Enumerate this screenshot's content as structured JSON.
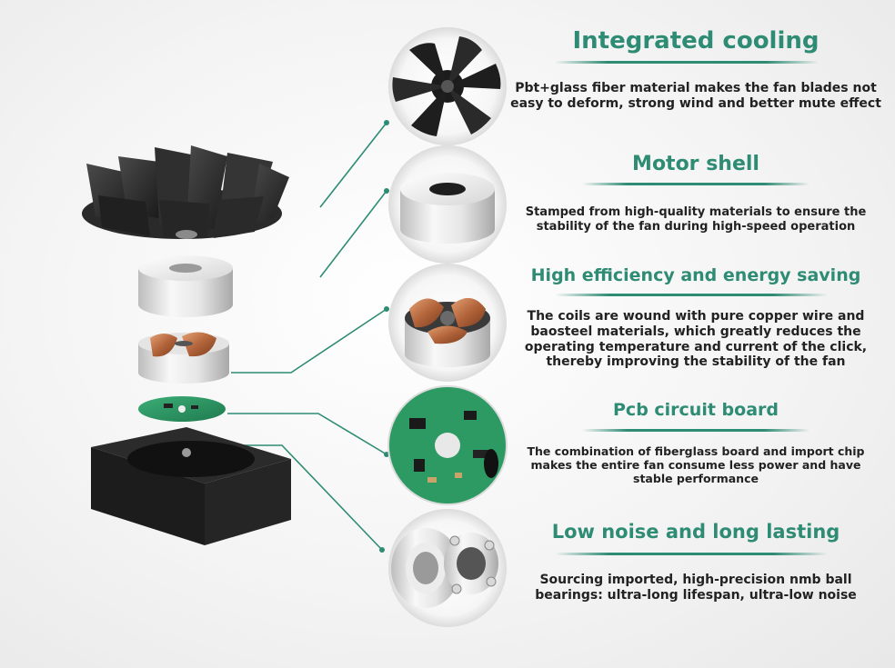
{
  "colors": {
    "accent": "#2e8b74",
    "text": "#222222",
    "background": "#f4f4f4"
  },
  "features": [
    {
      "title": "Integrated cooling",
      "desc_lines": [
        "Pbt+glass fiber material makes the fan blades not",
        "easy to deform, strong wind and better mute effect"
      ],
      "icon": "fan-impeller-icon"
    },
    {
      "title": "Motor shell",
      "desc_lines": [
        "Stamped from high-quality materials to ensure the",
        "stability of the fan during high-speed operation"
      ],
      "icon": "motor-shell-icon"
    },
    {
      "title": "High efficiency and energy saving",
      "desc_lines": [
        "The coils are wound with pure copper wire and",
        "baosteel materials, which greatly reduces the",
        "operating temperature and current of the click,",
        "thereby improving the stability of the fan"
      ],
      "icon": "copper-coil-icon"
    },
    {
      "title": "Pcb circuit board",
      "desc_lines": [
        "The combination of fiberglass board and import chip",
        "makes the entire fan consume less power and have",
        "stable performance"
      ],
      "icon": "circuit-board-icon"
    },
    {
      "title": "Low noise and long lasting",
      "desc_lines": [
        "Sourcing imported, high-precision nmb ball",
        "bearings: ultra-long lifespan, ultra-low noise"
      ],
      "icon": "ball-bearing-icon"
    }
  ]
}
